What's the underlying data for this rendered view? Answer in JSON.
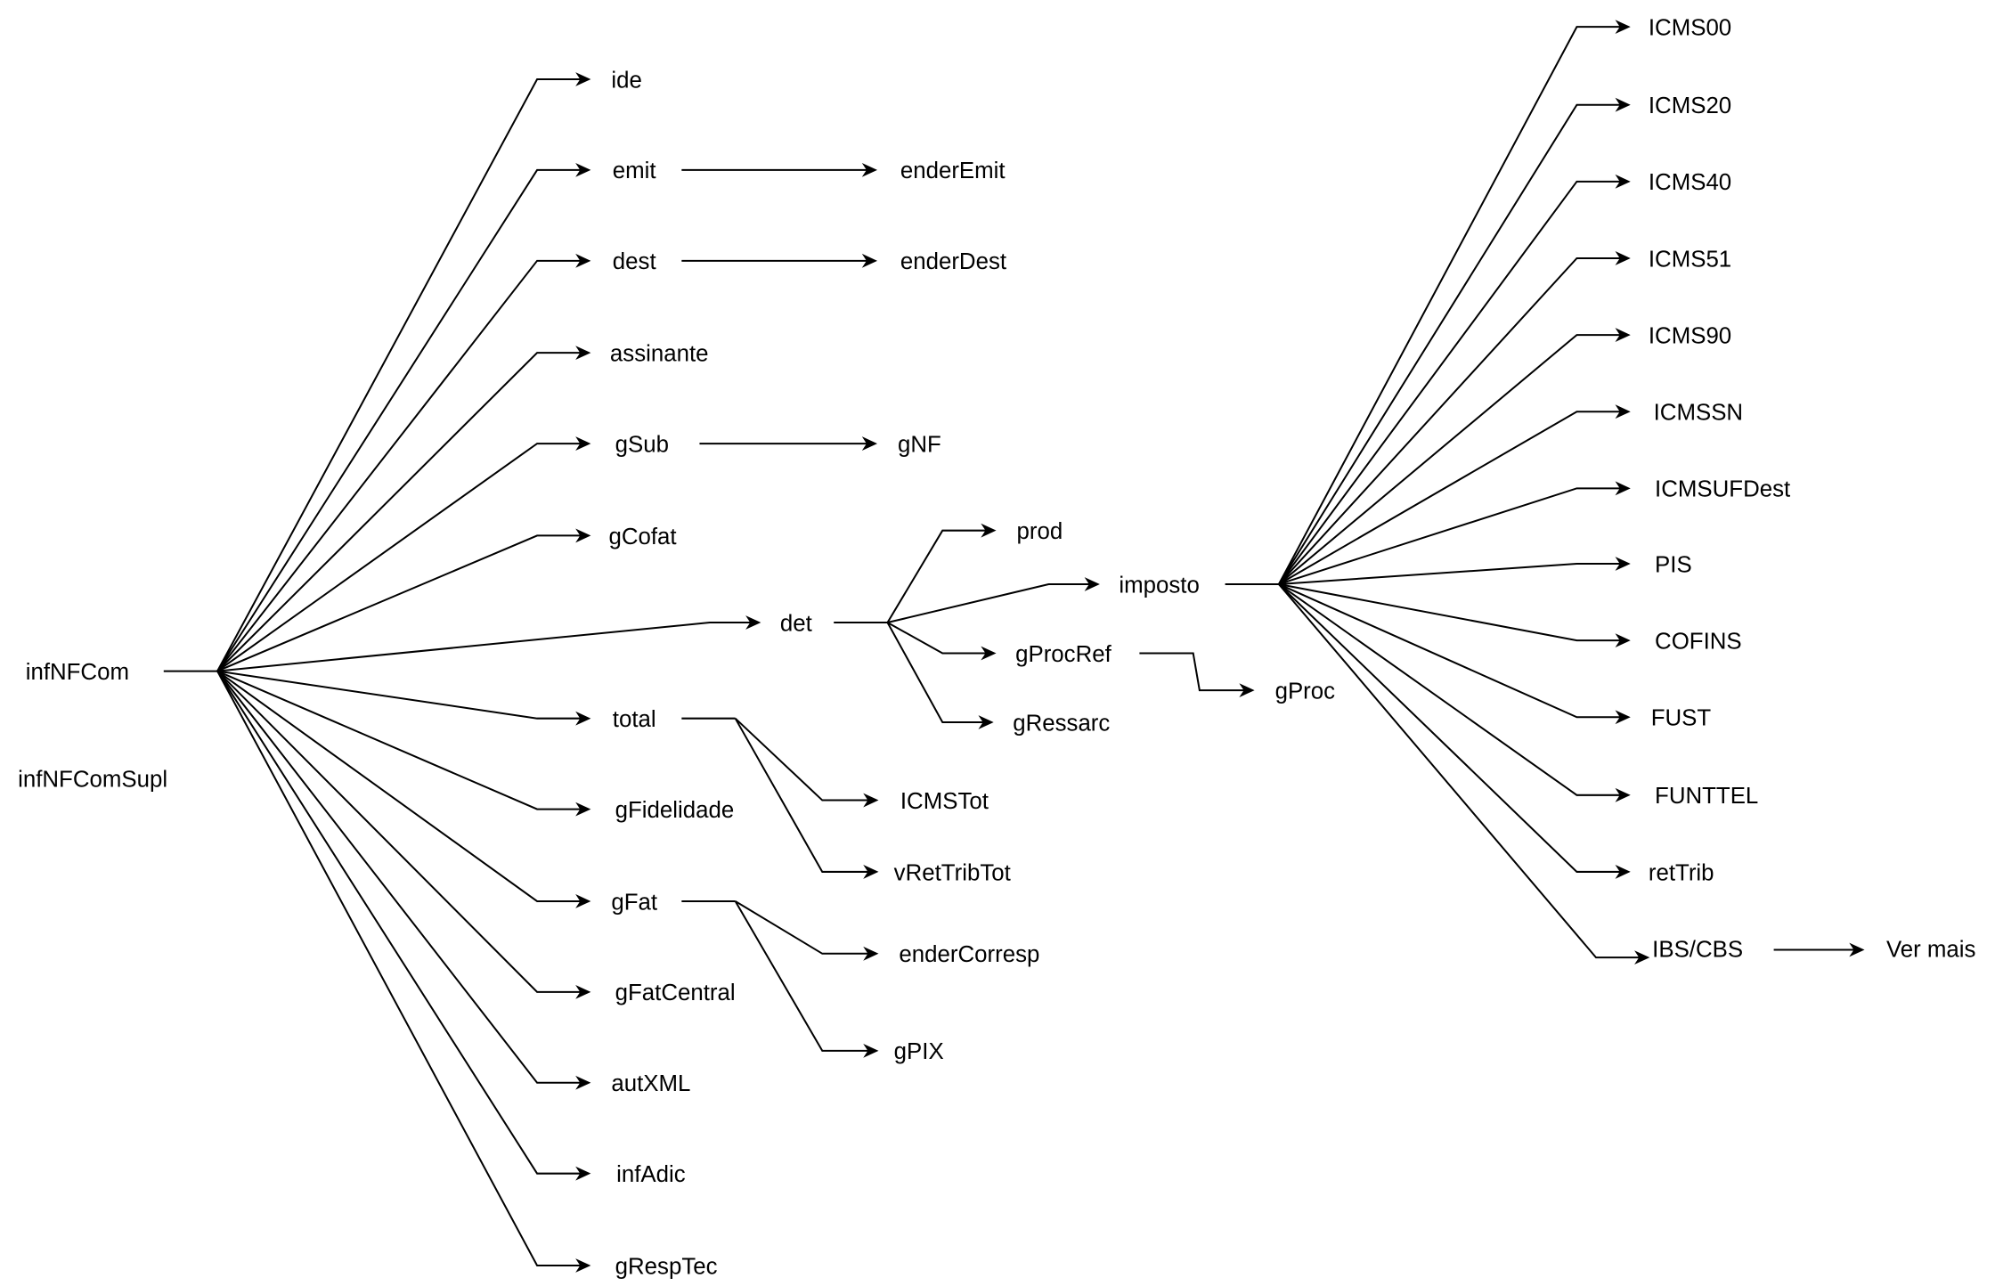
{
  "diagram": {
    "title": "",
    "colors": {
      "background": "#ffffff",
      "line": "#000000",
      "text": "#000000"
    },
    "root": {
      "id": "infNFCom",
      "label": "infNFCom"
    },
    "standalone": [
      {
        "id": "infNFComSupl",
        "label": "infNFComSupl"
      }
    ],
    "nodes": [
      {
        "id": "ide",
        "label": "ide",
        "parent": "infNFCom"
      },
      {
        "id": "emit",
        "label": "emit",
        "parent": "infNFCom"
      },
      {
        "id": "enderEmit",
        "label": "enderEmit",
        "parent": "emit"
      },
      {
        "id": "dest",
        "label": "dest",
        "parent": "infNFCom"
      },
      {
        "id": "enderDest",
        "label": "enderDest",
        "parent": "dest"
      },
      {
        "id": "assinante",
        "label": "assinante",
        "parent": "infNFCom"
      },
      {
        "id": "gSub",
        "label": "gSub",
        "parent": "infNFCom"
      },
      {
        "id": "gNF",
        "label": "gNF",
        "parent": "gSub"
      },
      {
        "id": "gCofat",
        "label": "gCofat",
        "parent": "infNFCom"
      },
      {
        "id": "det",
        "label": "det",
        "parent": "infNFCom"
      },
      {
        "id": "prod",
        "label": "prod",
        "parent": "det"
      },
      {
        "id": "imposto",
        "label": "imposto",
        "parent": "det"
      },
      {
        "id": "gProcRef",
        "label": "gProcRef",
        "parent": "det"
      },
      {
        "id": "gProc",
        "label": "gProc",
        "parent": "gProcRef"
      },
      {
        "id": "gRessarc",
        "label": "gRessarc",
        "parent": "det"
      },
      {
        "id": "total",
        "label": "total",
        "parent": "infNFCom"
      },
      {
        "id": "ICMSTot",
        "label": "ICMSTot",
        "parent": "total"
      },
      {
        "id": "vRetTribTot",
        "label": "vRetTribTot",
        "parent": "total"
      },
      {
        "id": "gFidelidade",
        "label": "gFidelidade",
        "parent": "infNFCom"
      },
      {
        "id": "gFat",
        "label": "gFat",
        "parent": "infNFCom"
      },
      {
        "id": "enderCorresp",
        "label": "enderCorresp",
        "parent": "gFat"
      },
      {
        "id": "gPIX",
        "label": "gPIX",
        "parent": "gFat"
      },
      {
        "id": "gFatCentral",
        "label": "gFatCentral",
        "parent": "infNFCom"
      },
      {
        "id": "autXML",
        "label": "autXML",
        "parent": "infNFCom"
      },
      {
        "id": "infAdic",
        "label": "infAdic",
        "parent": "infNFCom"
      },
      {
        "id": "gRespTec",
        "label": "gRespTec",
        "parent": "infNFCom"
      },
      {
        "id": "ICMS00",
        "label": "ICMS00",
        "parent": "imposto"
      },
      {
        "id": "ICMS20",
        "label": "ICMS20",
        "parent": "imposto"
      },
      {
        "id": "ICMS40",
        "label": "ICMS40",
        "parent": "imposto"
      },
      {
        "id": "ICMS51",
        "label": "ICMS51",
        "parent": "imposto"
      },
      {
        "id": "ICMS90",
        "label": "ICMS90",
        "parent": "imposto"
      },
      {
        "id": "ICMSSN",
        "label": "ICMSSN",
        "parent": "imposto"
      },
      {
        "id": "ICMSUFDest",
        "label": "ICMSUFDest",
        "parent": "imposto"
      },
      {
        "id": "PIS",
        "label": "PIS",
        "parent": "imposto"
      },
      {
        "id": "COFINS",
        "label": "COFINS",
        "parent": "imposto"
      },
      {
        "id": "FUST",
        "label": "FUST",
        "parent": "imposto"
      },
      {
        "id": "FUNTTEL",
        "label": "FUNTTEL",
        "parent": "imposto"
      },
      {
        "id": "retTrib",
        "label": "retTrib",
        "parent": "imposto"
      },
      {
        "id": "IBS_CBS",
        "label": "IBS/CBS",
        "parent": "imposto"
      },
      {
        "id": "VerMais",
        "label": "Ver mais",
        "parent": "IBS_CBS"
      }
    ]
  }
}
